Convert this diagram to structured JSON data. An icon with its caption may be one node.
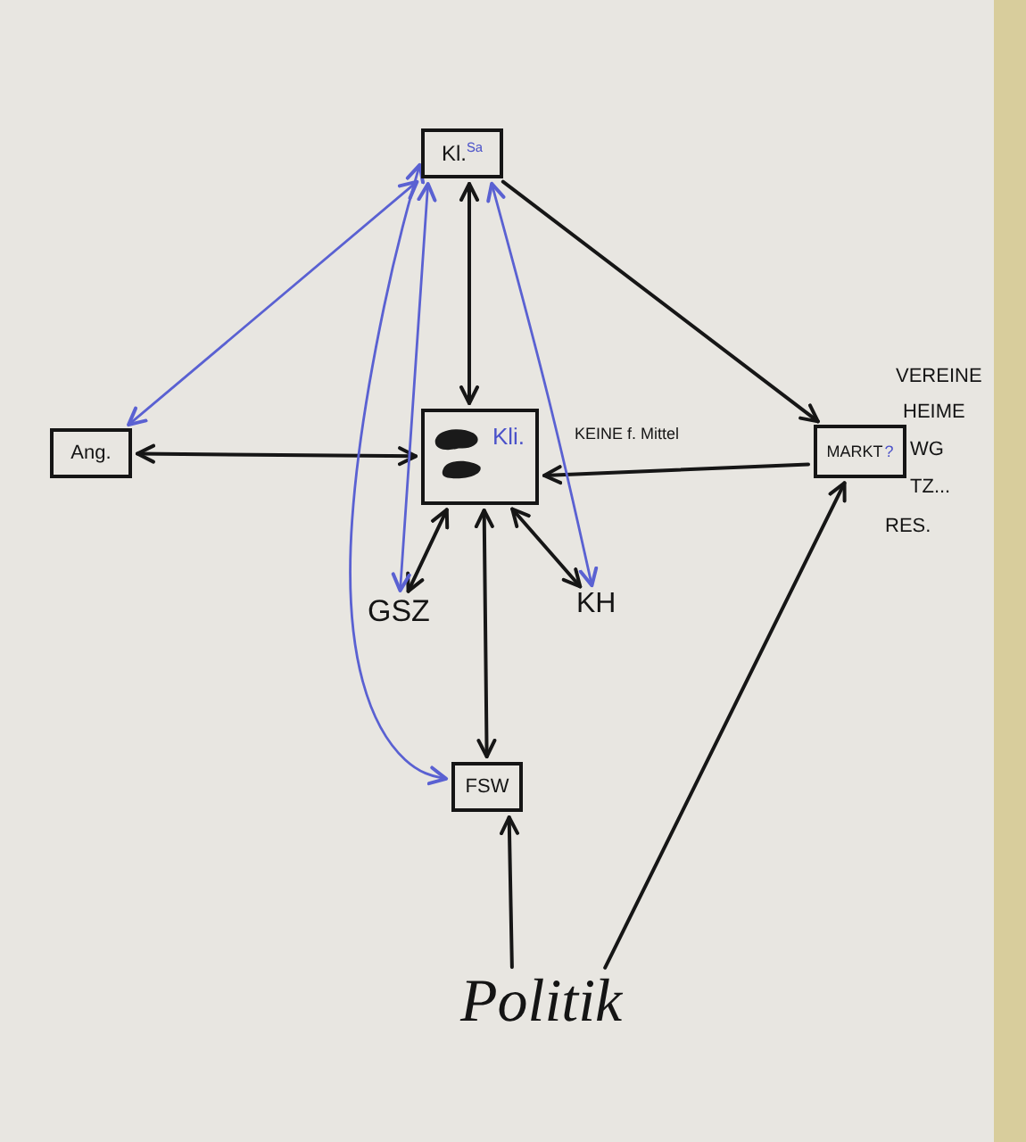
{
  "diagram": {
    "nodes": [
      {
        "text": [
          "Kl.$^{Sa}$"
        ]
      },
      {
        "text": [
          "Ang."
        ]
      },
      {
        "text": [
          "Kli."
        ],
        "beside": [
          "KEINE f. Mittel"
        ]
      },
      {
        "text": [
          "MARKT",
          "?"
        ],
        "beside": [
          "VEREINE",
          "HEIME",
          "WG",
          "TZ...",
          "RES."
        ]
      },
      {
        "text": [
          "GSZ"
        ]
      },
      {
        "text": [
          "KH"
        ]
      },
      {
        "text": [
          "FSW"
        ]
      },
      {
        "text": [
          "Politik"
        ]
      }
    ],
    "edges": [
      {
        "from": 0,
        "to": 2,
        "arrow": "both"
      },
      {
        "from": 0,
        "to": 3,
        "arrow": "to"
      },
      {
        "from": 1,
        "to": 2,
        "arrow": "both"
      },
      {
        "from": 3,
        "to": 2,
        "arrow": "to"
      },
      {
        "from": 2,
        "to": 4,
        "arrow": "both"
      },
      {
        "from": 2,
        "to": 5,
        "arrow": "both"
      },
      {
        "from": 2,
        "to": 6,
        "arrow": "both"
      },
      {
        "from": 7,
        "to": 6,
        "arrow": "to"
      },
      {
        "from": 7,
        "to": 3,
        "arrow": "to"
      },
      {
        "from": 1,
        "to": 0,
        "arrow": "both",
        "color": "#5a61d2"
      },
      {
        "from": 0,
        "to": 4,
        "arrow": "both",
        "color": "#5a61d2"
      },
      {
        "from": 0,
        "to": 6,
        "arrow": "both",
        "color": "#5a61d2"
      },
      {
        "from": 0,
        "to": 5,
        "arrow": "both",
        "color": "#5a61d2"
      }
    ]
  }
}
